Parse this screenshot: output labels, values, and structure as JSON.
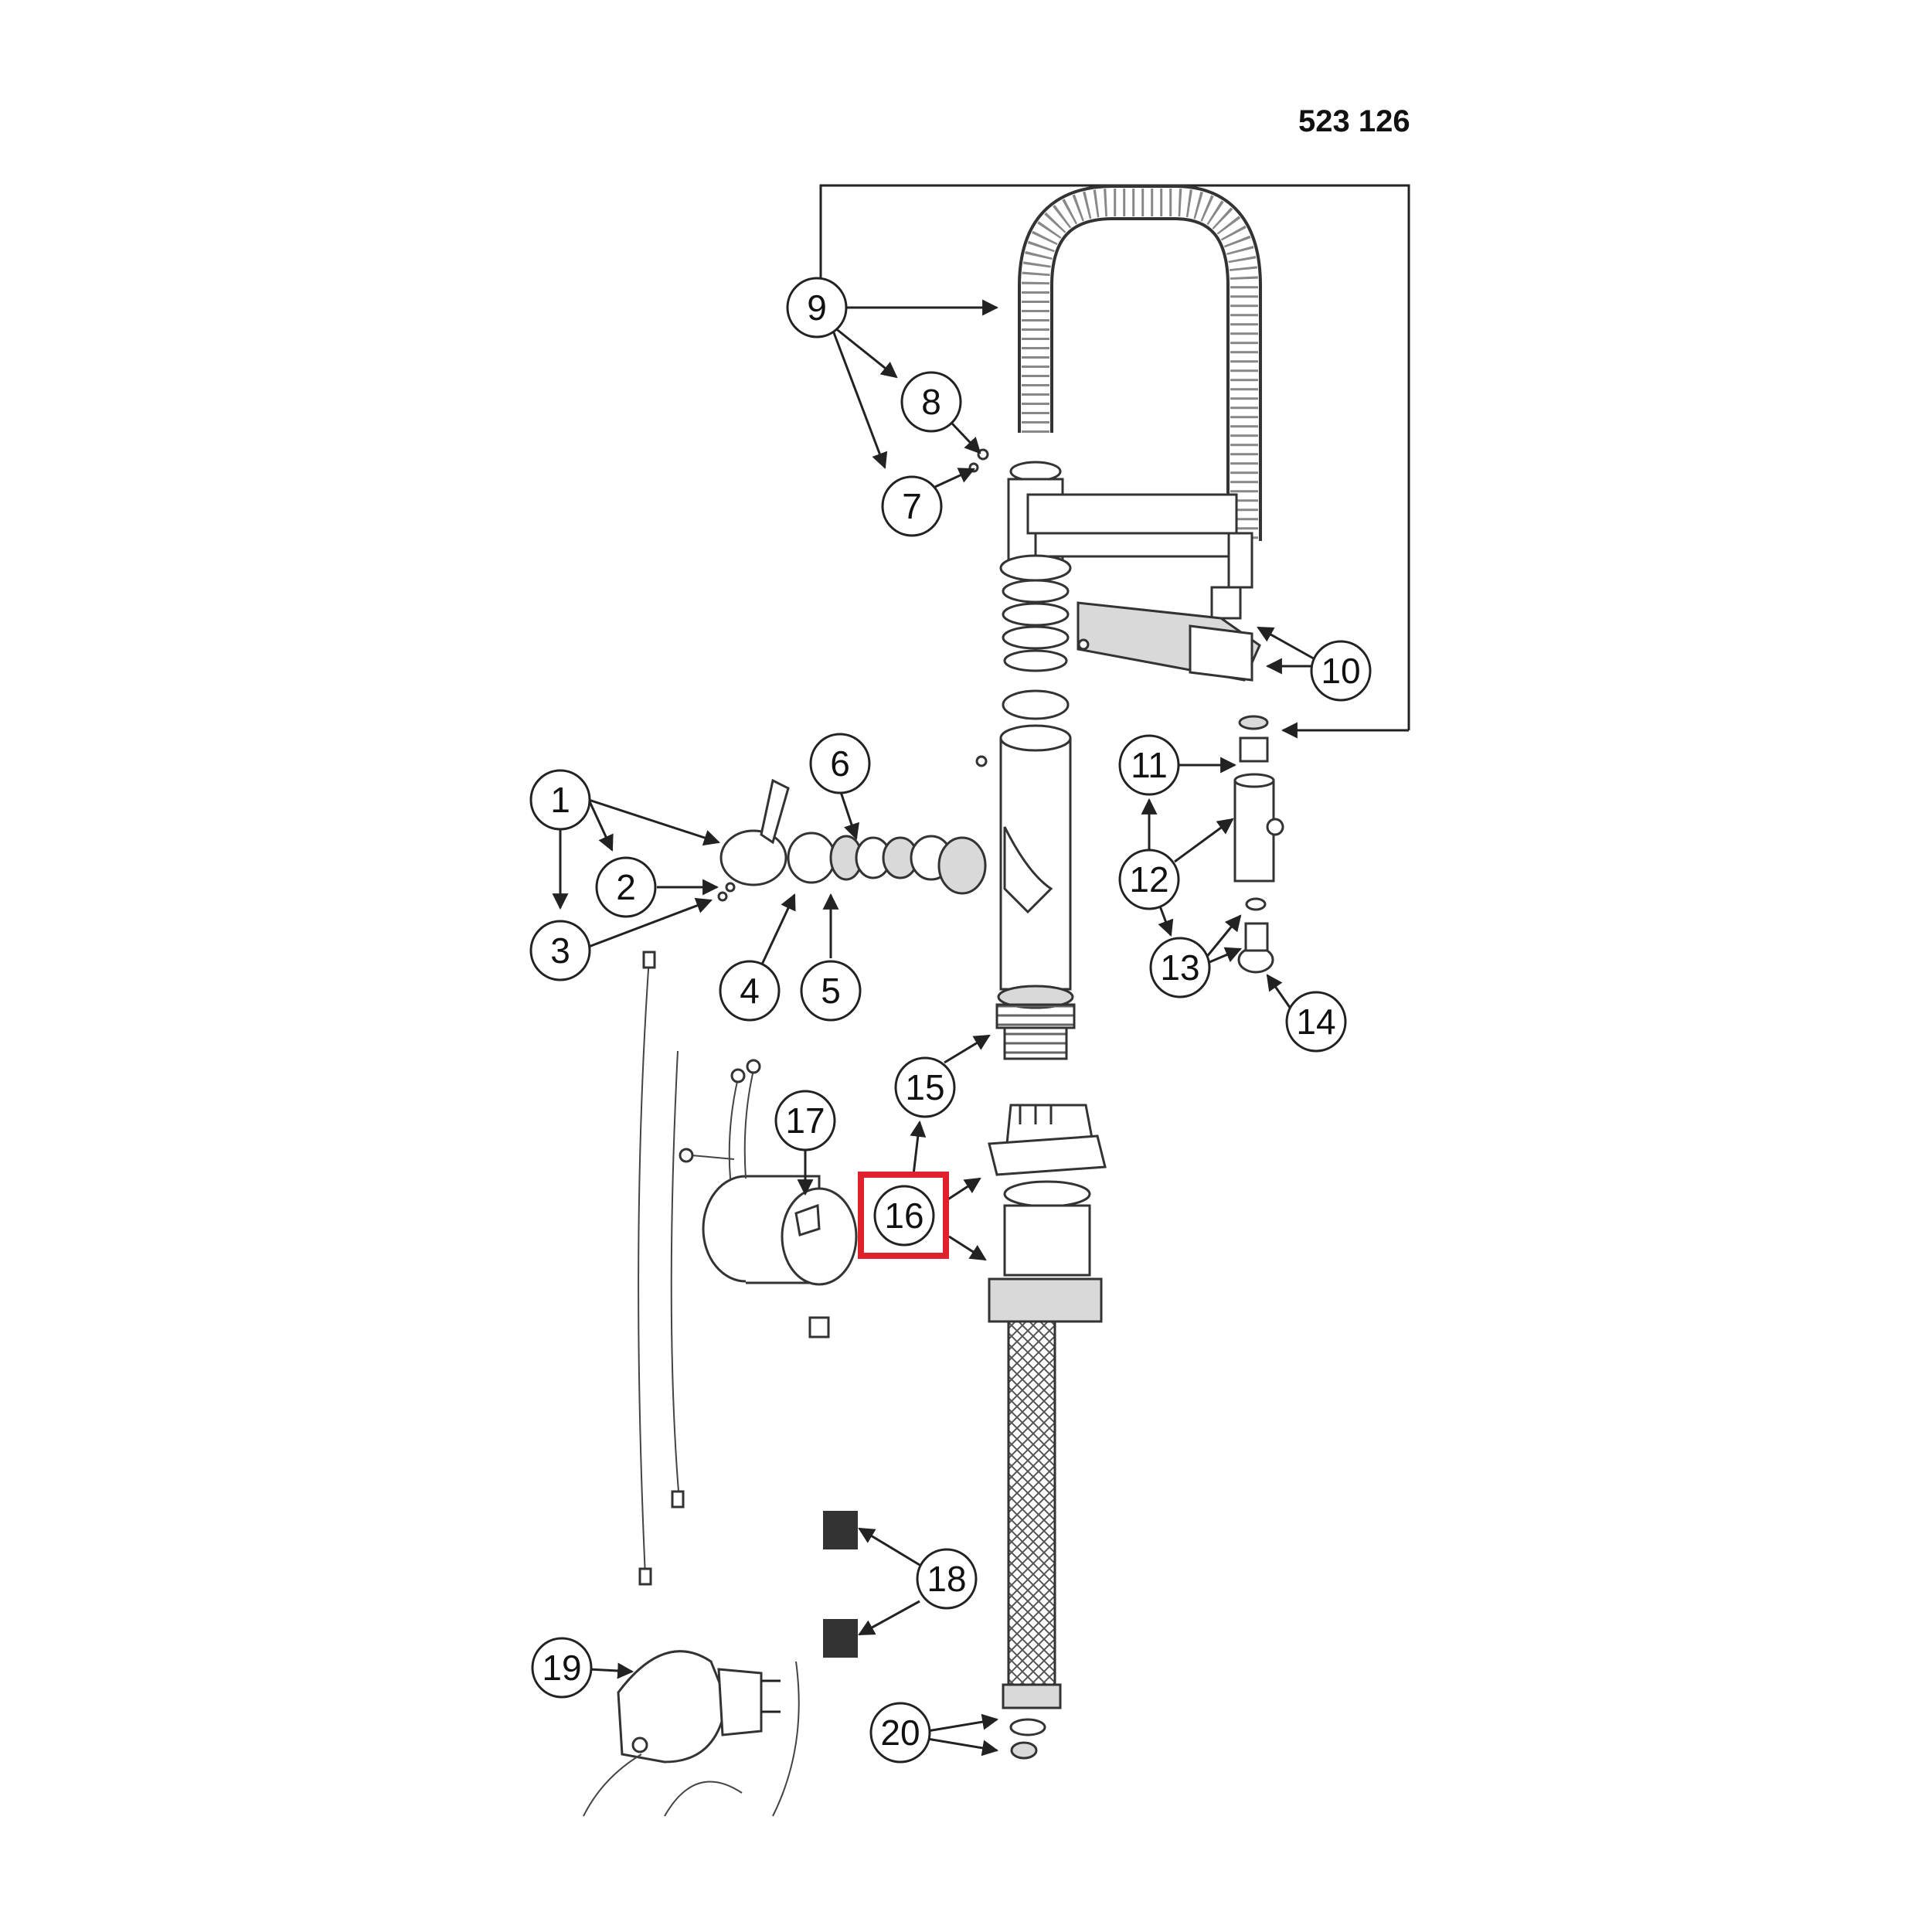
{
  "document": {
    "code": "523 126",
    "highlight_color": "#e0202a"
  },
  "parts": [
    {
      "id": "1",
      "label": "1"
    },
    {
      "id": "2",
      "label": "2"
    },
    {
      "id": "3",
      "label": "3"
    },
    {
      "id": "4",
      "label": "4"
    },
    {
      "id": "5",
      "label": "5"
    },
    {
      "id": "6",
      "label": "6"
    },
    {
      "id": "7",
      "label": "7"
    },
    {
      "id": "8",
      "label": "8"
    },
    {
      "id": "9",
      "label": "9"
    },
    {
      "id": "10",
      "label": "10"
    },
    {
      "id": "11",
      "label": "11"
    },
    {
      "id": "12",
      "label": "12"
    },
    {
      "id": "13",
      "label": "13"
    },
    {
      "id": "14",
      "label": "14"
    },
    {
      "id": "15",
      "label": "15"
    },
    {
      "id": "16",
      "label": "16",
      "highlighted": true
    },
    {
      "id": "17",
      "label": "17"
    },
    {
      "id": "18",
      "label": "18"
    },
    {
      "id": "19",
      "label": "19"
    },
    {
      "id": "20",
      "label": "20"
    }
  ]
}
